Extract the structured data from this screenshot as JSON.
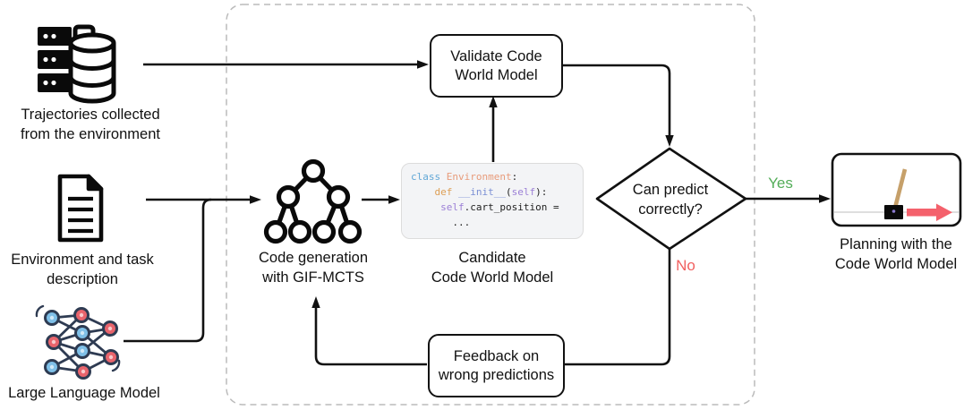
{
  "colors": {
    "yes_green": "#53ad58",
    "no_red": "#f1605f",
    "line_black": "#111111",
    "dashed_border": "#bbbbbb",
    "code_box_bg": "#f3f4f6",
    "pole_tan": "#c6a06a",
    "cart_arrow_red": "#f4616c",
    "node_blue": "#7fc0e8",
    "node_red": "#e8646c",
    "node_outline": "#2e3b52"
  },
  "inputs": {
    "trajectories": {
      "icon": "server-database-icon",
      "label": [
        "Trajectories collected",
        "from the environment"
      ]
    },
    "environment": {
      "icon": "document-icon",
      "label": [
        "Environment and task",
        "description"
      ]
    },
    "llm": {
      "icon": "neural-network-icon",
      "label": [
        "Large Language Model"
      ]
    }
  },
  "process": {
    "validate_box": {
      "label": [
        "Validate Code",
        "World Model"
      ]
    },
    "codegen": {
      "icon": "mcts-tree-icon",
      "label": [
        "Code generation",
        "with GIF-MCTS"
      ]
    },
    "candidate": {
      "label": [
        "Candidate",
        "Code World Model"
      ]
    },
    "code": {
      "lines": [
        [
          {
            "t": "class ",
            "c": "#61a7d6"
          },
          {
            "t": "Environment",
            "c": "#e89b7a"
          },
          {
            "t": ":",
            "c": "#222222"
          }
        ],
        [
          {
            "t": "    ",
            "c": "#222222"
          },
          {
            "t": "def ",
            "c": "#dd9f55"
          },
          {
            "t": "__init__",
            "c": "#7b8fd4"
          },
          {
            "t": "(",
            "c": "#222222"
          },
          {
            "t": "self",
            "c": "#9b7fd6"
          },
          {
            "t": "):",
            "c": "#222222"
          }
        ],
        [
          {
            "t": "     ",
            "c": "#222222"
          },
          {
            "t": "self",
            "c": "#9b7fd6"
          },
          {
            "t": ".cart_position =",
            "c": "#222222"
          }
        ],
        [
          {
            "t": "       ...",
            "c": "#222222"
          }
        ]
      ]
    },
    "decision": {
      "label": [
        "Can predict",
        "correctly?"
      ]
    },
    "feedback_box": {
      "label": [
        "Feedback on",
        "wrong predictions"
      ]
    },
    "yes_label": "Yes",
    "no_label": "No"
  },
  "output": {
    "planning": {
      "icon": "cartpole-icon",
      "label": [
        "Planning with the",
        "Code World Model"
      ]
    }
  }
}
